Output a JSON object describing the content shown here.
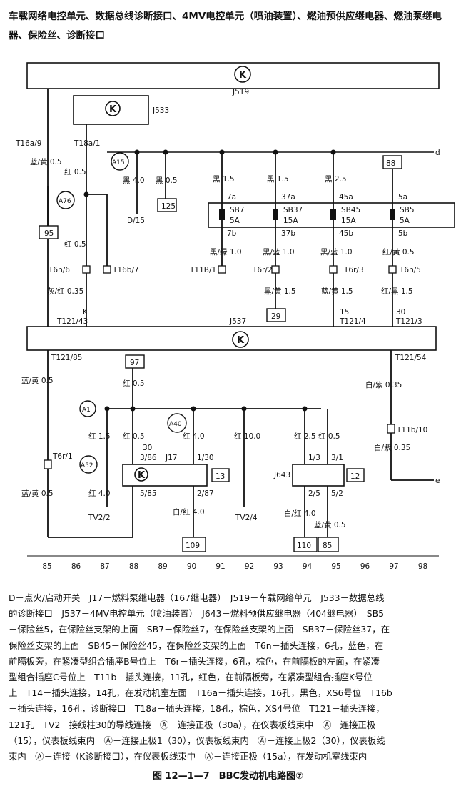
{
  "header": {
    "title": "车载网络电控单元、数据总线诊断接口、4MV电控单元（喷油装置）、燃油预供应继电器、燃油泵继电器、保险丝、诊断接口"
  },
  "diagram": {
    "modules": {
      "j519": "J519",
      "j533": "J533",
      "j537": "J537",
      "j17": "J17",
      "j643": "J643",
      "ground_symbol": "K"
    },
    "wire_labels": {
      "t16a9": "T16a/9",
      "t18a1": "T18a/1",
      "blue_yellow_05_top": "蓝/黄 0.5",
      "red_05_a": "红 0.5",
      "black_40": "黑 4.0",
      "black_05": "黑 0.5",
      "d15": "D/15",
      "box_125": "125",
      "black_15_a": "黑 1.5",
      "black_15_b": "黑 1.5",
      "black_25": "黑 2.5",
      "box_88": "88",
      "pin_7a": "7a",
      "pin_37a": "37a",
      "pin_45a": "45a",
      "pin_5a": "5a",
      "sb7": "SB7",
      "sb37": "SB37",
      "sb45": "SB45",
      "sb5": "SB5",
      "amp_5a_1": "5A",
      "amp_15a_1": "15A",
      "amp_15a_2": "15A",
      "amp_5a_2": "5A",
      "pin_7b": "7b",
      "pin_37b": "37b",
      "pin_45b": "45b",
      "pin_5b": "5b",
      "a15": "A15",
      "a76": "A76",
      "box_95": "95",
      "red_05_b": "红 0.5",
      "t6n6": "T6n/6",
      "t16b7": "T16b/7",
      "black_green_10": "黑/绿 1.0",
      "t11b1": "T11B/1",
      "black_blue_10": "黑/蓝 1.0",
      "black_blue_10b": "黑/蓝 1.0",
      "red_yellow_05": "红/黄 0.5",
      "t6r2": "T6r/2",
      "t6r3": "T6r/3",
      "t6n5": "T6n/5",
      "black_yellow_15": "黑/黄 1.5",
      "blue_yellow_15": "蓝/黄 1.5",
      "red_black_15": "红/黑 1.5",
      "grey_red_035": "灰/红 0.35",
      "box_29": "29",
      "pin_k": "K",
      "pin_15": "15",
      "pin_30": "30",
      "t121_43": "T121/43",
      "t121_4": "T121/4",
      "t121_3": "T121/3",
      "t121_85": "T121/85",
      "t121_54": "T121/54",
      "box_97": "97",
      "red_05_c": "红 0.5",
      "blue_yellow_05_b": "蓝/黄 0.5",
      "white_purple_035": "白/紫 0.35",
      "t11b10": "T11b/10",
      "white_purple_035b": "白/紫 0.35",
      "a1": "A1",
      "a40": "A40",
      "a52": "A52",
      "red_15": "红 1.5",
      "red_05_d": "红 0.5",
      "red_40": "红 4.0",
      "red_100": "红 10.0",
      "red_25": "红 2.5",
      "red_05_e": "红 0.5",
      "pin_30b": "30",
      "pin_386": "3/86",
      "pin_130": "1/30",
      "pin_13": "1/3",
      "pin_31": "3/1",
      "pin_585": "5/85",
      "pin_287": "2/87",
      "pin_25": "2/5",
      "pin_52": "5/2",
      "box_13": "13",
      "box_12": "12",
      "t6r1": "T6r/1",
      "blue_yellow_05_c": "蓝/黄 0.5",
      "red_40_b": "红 4.0",
      "white_red_40": "白/红 4.0",
      "white_red_40b": "白/红 4.0",
      "blue_yellow_05_d": "蓝/黄 0.5",
      "tv22": "TV2/2",
      "tv24": "TV2/4",
      "box_109": "109",
      "box_110": "110",
      "box_85": "85",
      "node_d": "d",
      "node_e": "e"
    },
    "ruler": [
      "85",
      "86",
      "87",
      "88",
      "89",
      "90",
      "91",
      "92",
      "93",
      "94",
      "95",
      "96",
      "97",
      "98"
    ]
  },
  "legend": {
    "lines": [
      "D－点火/启动开关　J17－燃料泵继电器（167继电器）　J519－车载网络单元　J533－数据总线",
      "的诊断接口　J537－4MV电控单元（喷油装置）　J643－燃料预供应继电器（404继电器）　SB5",
      "－保险丝5，在保险丝支架的上面　SB7－保险丝7，在保险丝支架的上面　SB37－保险丝37，在",
      "保险丝支架的上面　SB45－保险丝45，在保险丝支架的上面　T6n－插头连接，6孔，蓝色，在",
      "前隔板旁，在紧凑型组合插座B号位上　T6r－插头连接，6孔，棕色，在前隔板的左面，在紧凑",
      "型组合插座C号位上　T11b－插头连接，11孔，红色，在前隔板旁，在紧凑型组合插座K号位",
      "上　T14－插头连接，14孔，在发动机室左面　T16a－插头连接，16孔，黑色，XS6号位　T16b",
      "－插头连接，16孔，诊断接口　T18a－插头连接，18孔，棕色，XS4号位　T121－插头连接，",
      "121孔　TV2－接线柱30的导线连接　Ⓐ－连接正极（30a），在仪表板线束中　Ⓐ－连接正极",
      "（15），仪表板线束内　Ⓐ－连接正极1（30），仪表板线束内　Ⓐ－连接正极2（30），仪表板线",
      "束内　Ⓐ－连接（K诊断接口），在仪表板线束中　Ⓐ－连接正极（15a），在发动机室线束内"
    ]
  },
  "caption": "图 12—1—7　BBC发动机电路图⑦"
}
